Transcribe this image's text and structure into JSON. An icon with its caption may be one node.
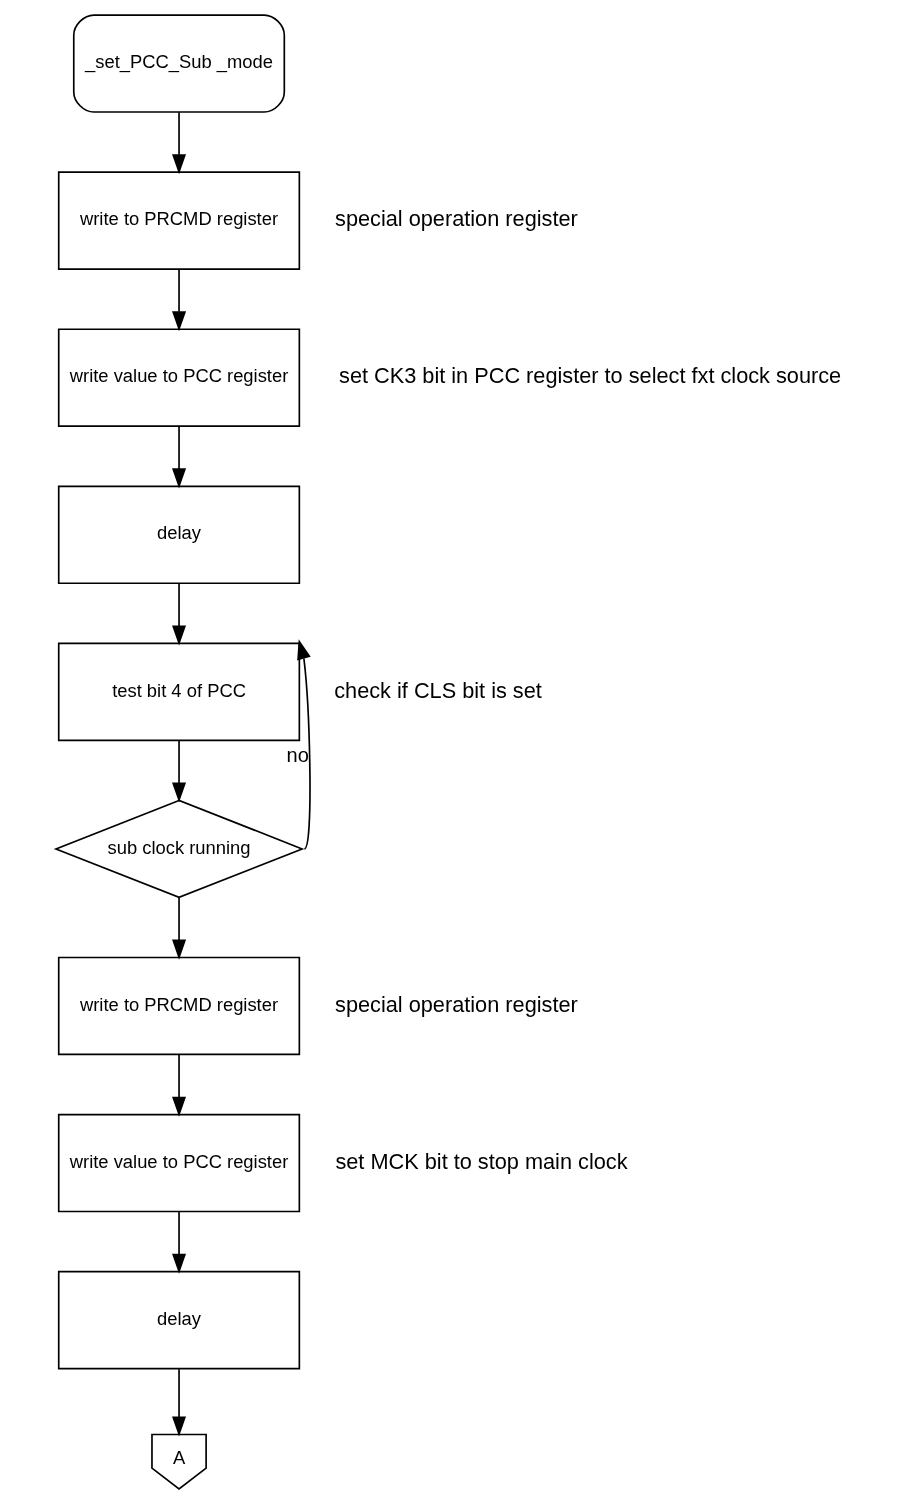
{
  "diagram": {
    "nodes": [
      {
        "text": [
          "_set_PCC_Sub _mode"
        ]
      },
      {
        "text": [
          "write to PRCMD register"
        ],
        "beside": [
          "special operation register"
        ]
      },
      {
        "text": [
          "write value to PCC register"
        ],
        "beside": [
          "set CK3 bit in PCC register to select fxt clock source"
        ]
      },
      {
        "text": [
          "delay"
        ]
      },
      {
        "text": [
          "test bit 4 of PCC"
        ],
        "beside": [
          "check if CLS bit is set"
        ]
      },
      {
        "text": [
          "sub clock running"
        ]
      },
      {
        "text": [
          "write to PRCMD register"
        ],
        "beside": [
          "special operation register"
        ]
      },
      {
        "text": [
          "write value to PCC register"
        ],
        "beside": [
          "set MCK bit to stop main clock"
        ]
      },
      {
        "text": [
          "delay"
        ]
      },
      {
        "text": [
          "A"
        ]
      }
    ],
    "edges": [
      {
        "from": 0,
        "to": 1,
        "arrow": "to"
      },
      {
        "from": 1,
        "to": 2,
        "arrow": "to"
      },
      {
        "from": 2,
        "to": 3,
        "arrow": "to"
      },
      {
        "from": 3,
        "to": 4,
        "arrow": "to"
      },
      {
        "from": 5,
        "to": 4,
        "arrow": "to",
        "label": "no"
      },
      {
        "from": 4,
        "to": 5,
        "arrow": "to"
      },
      {
        "from": 5,
        "to": 6,
        "arrow": "to"
      },
      {
        "from": 6,
        "to": 7,
        "arrow": "to"
      },
      {
        "from": 7,
        "to": 8,
        "arrow": "to"
      },
      {
        "from": 8,
        "to": 9,
        "arrow": "to"
      }
    ]
  }
}
